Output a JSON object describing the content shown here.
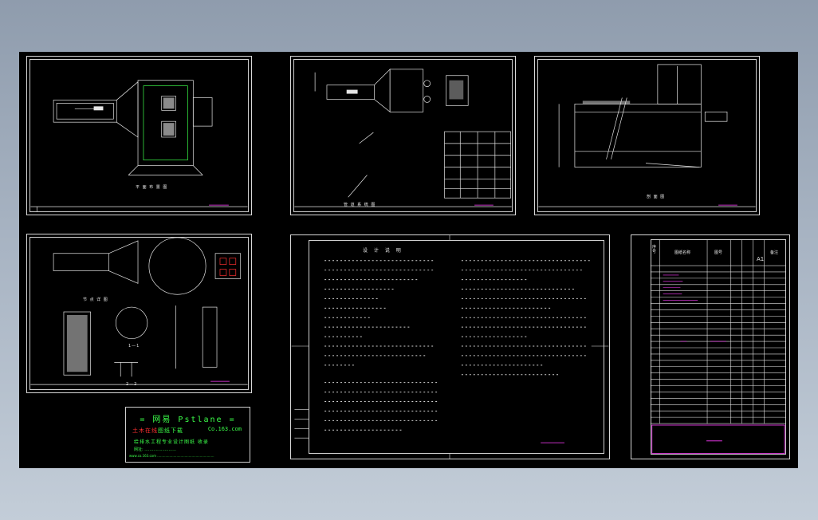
{
  "viewer": {
    "background_top": "#8f9cad",
    "background_bottom": "#c3cdd8",
    "canvas_color": "#000000"
  },
  "sheets": {
    "plan": {
      "caption": "平 面 布 置 图"
    },
    "pipes": {
      "caption": "管 道 系 统 图"
    },
    "section": {
      "caption": "剖 面 图"
    },
    "details": {
      "caption": "节 点 详 图",
      "section_label": "1—1",
      "section_label2": "2—2"
    },
    "notes": {
      "title": "设 计 说 明"
    },
    "list": {
      "col_seq": "序号",
      "col_name": "图纸名称",
      "col_no": "图号",
      "col_size": "A1",
      "col_note": "备注"
    }
  },
  "watermark": {
    "line1": "= 网易 Pstlane =",
    "line2_left": "土木在线",
    "line2_left_suffix": "图纸下载",
    "line2_right": "Co.163.com",
    "line3": "给排水工程专业设计图纸 收录",
    "line4": "网址: .........................",
    "line5": "www.co.163.com ........................................................"
  },
  "colors": {
    "line": "#e6e6e6",
    "accent_magenta": "#ff3cff",
    "accent_green": "#3cff4a",
    "accent_red": "#ff3030"
  }
}
